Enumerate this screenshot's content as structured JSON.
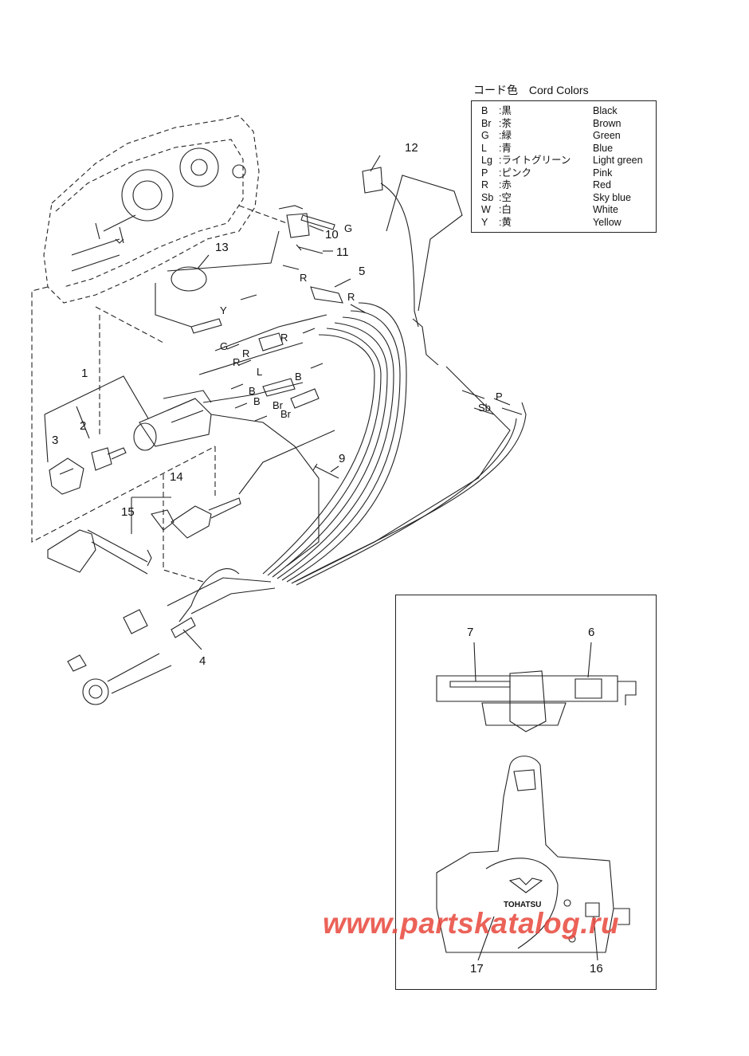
{
  "legend": {
    "title_jp": "コード色",
    "title_en": "Cord Colors",
    "rows": [
      {
        "code": "B",
        "jp": ":黒",
        "en": "Black"
      },
      {
        "code": "Br",
        "jp": ":茶",
        "en": "Brown"
      },
      {
        "code": "G",
        "jp": ":緑",
        "en": "Green"
      },
      {
        "code": "L",
        "jp": ":青",
        "en": "Blue"
      },
      {
        "code": "Lg",
        "jp": ":ライトグリーン",
        "en": "Light green"
      },
      {
        "code": "P",
        "jp": ":ピンク",
        "en": "Pink"
      },
      {
        "code": "R",
        "jp": ":赤",
        "en": "Red"
      },
      {
        "code": "Sb",
        "jp": ":空",
        "en": "Sky blue"
      },
      {
        "code": "W",
        "jp": ":白",
        "en": "White"
      },
      {
        "code": "Y",
        "jp": ":黄",
        "en": "Yellow"
      }
    ]
  },
  "callouts": {
    "n1": "1",
    "n2": "2",
    "n3": "3",
    "n4": "4",
    "n5": "5",
    "n6": "6",
    "n7": "7",
    "n9": "9",
    "n10": "10",
    "n11": "11",
    "n12": "12",
    "n13": "13",
    "n14": "14",
    "n15": "15",
    "n16": "16",
    "n17": "17"
  },
  "wire_labels": {
    "g1": "G",
    "g2": "G",
    "r1": "R",
    "r2": "R",
    "r3": "R",
    "r4": "R",
    "r5": "R",
    "y": "Y",
    "l": "L",
    "b1": "B",
    "b2": "B",
    "b3": "B",
    "br1": "Br",
    "br2": "Br",
    "p": "P",
    "sb": "Sb"
  },
  "brand": "TOHATSU",
  "watermark": "www.partskatalog.ru"
}
